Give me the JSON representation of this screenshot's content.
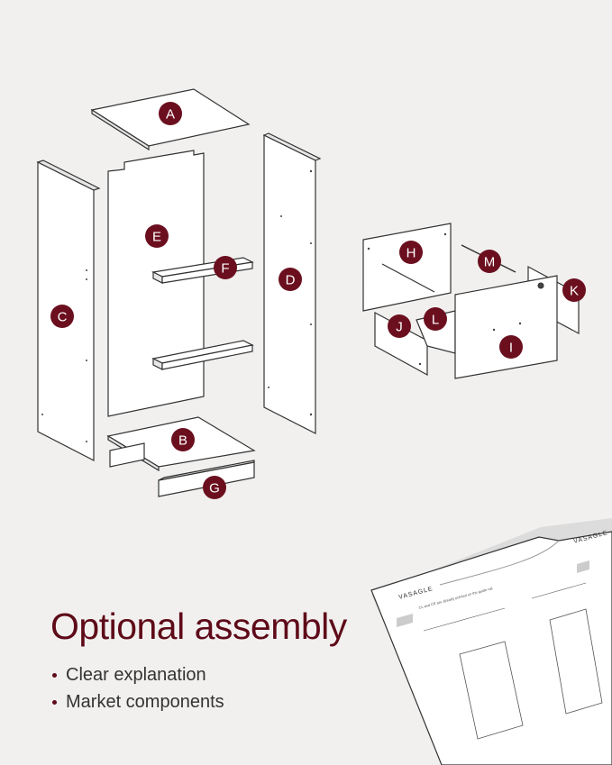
{
  "parts": {
    "a": "A",
    "b": "B",
    "c": "C",
    "d": "D",
    "e": "E",
    "f": "F",
    "g": "G",
    "h": "H",
    "i": "I",
    "j": "J",
    "k": "K",
    "l": "L",
    "m": "M"
  },
  "heading": "Optional assembly",
  "bullets": [
    "Clear explanation",
    "Market components"
  ],
  "manual": {
    "brand_left": "VASAGLE",
    "brand_right": "VASAGLE",
    "step_note": "CL and CR are already pointed on the guide rail"
  },
  "colors": {
    "accent": "#6b0f1e",
    "background": "#f1f0ef"
  }
}
